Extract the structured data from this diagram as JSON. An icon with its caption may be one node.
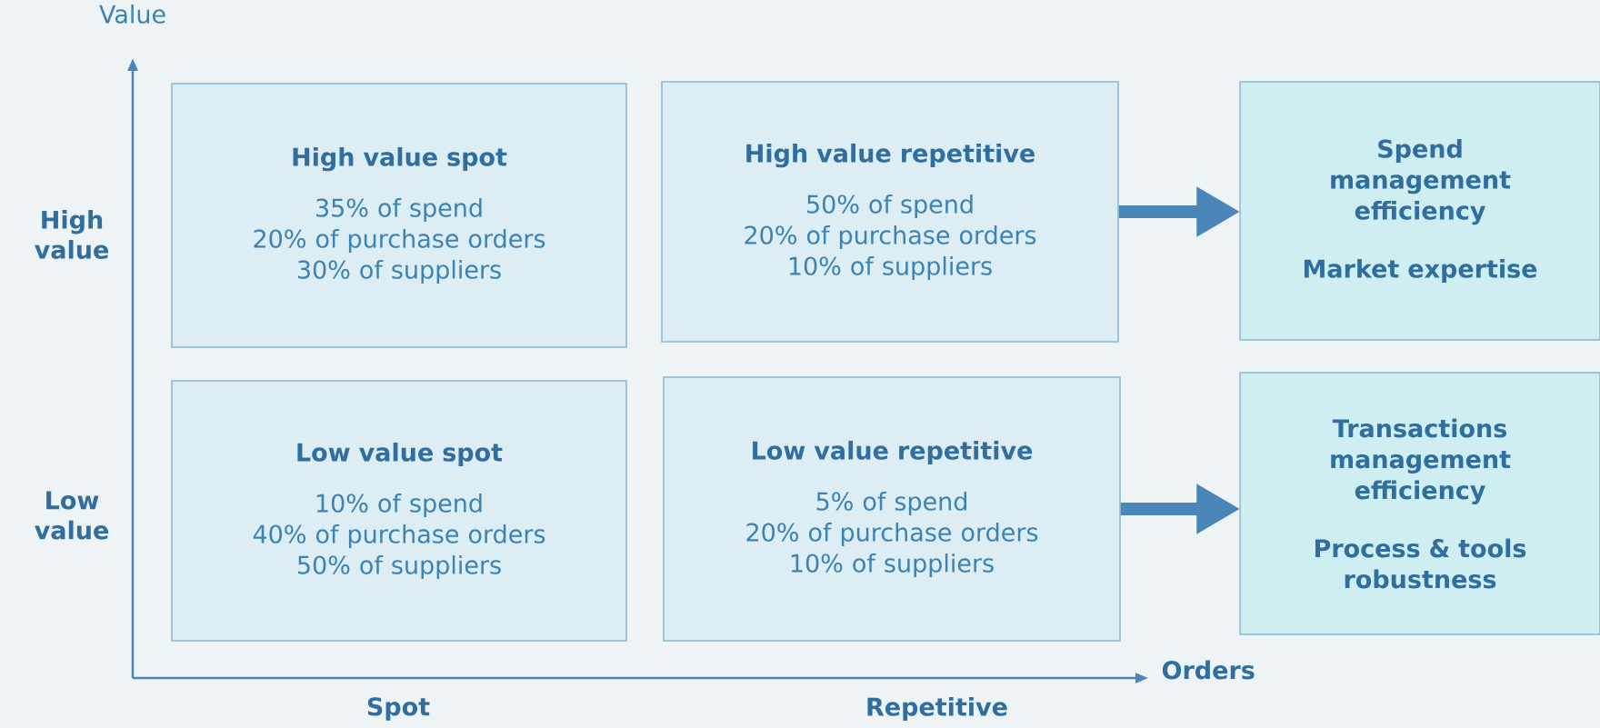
{
  "diagram": {
    "nodes": [
      {
        "text": [
          "High value spot",
          "35% of spend",
          "20% of purchase orders",
          "30% of suppliers"
        ]
      },
      {
        "text": [
          "High value repetitive",
          "50% of spend",
          "20% of purchase orders",
          "10% of suppliers"
        ]
      },
      {
        "text": [
          "Spend management efficiency",
          "Market expertise"
        ]
      },
      {
        "text": [
          "Low value spot",
          "10% of spend",
          "40% of purchase orders",
          "50% of suppliers"
        ]
      },
      {
        "text": [
          "Low value repetitive",
          "5% of spend",
          "20% of purchase orders",
          "10% of suppliers"
        ]
      },
      {
        "text": [
          "Transactions management efficiency",
          "Process & tools robustness"
        ]
      }
    ],
    "edges": [
      {
        "from": 1,
        "to": 2,
        "arrow": "to"
      },
      {
        "from": 4,
        "to": 5,
        "arrow": "to"
      }
    ],
    "labels": [
      "Value",
      "High value",
      "Low value",
      "Orders",
      "Spot",
      "Repetitive"
    ]
  }
}
